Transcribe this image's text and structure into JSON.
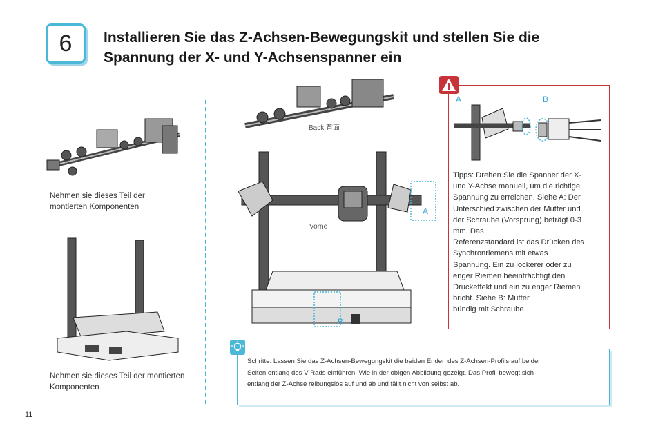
{
  "step": {
    "number": "6"
  },
  "title": {
    "line1": "Installieren Sie das Z-Achsen-Bewegungskit und stellen Sie die",
    "line2": "Spannung der X- und Y-Achsenspanner ein"
  },
  "left": {
    "caption1": {
      "line1": "Nehmen sie dieses Teil der",
      "line2": "montierten Komponenten"
    },
    "caption2": {
      "line1": "Nehmen sie dieses Teil der montierten",
      "line2": "Komponenten"
    }
  },
  "center": {
    "back_label": "Back 背面",
    "front_label": "Vorne",
    "callout_a": "A",
    "callout_b": "B"
  },
  "tips": {
    "label_a": "A",
    "label_b": "B",
    "lines": [
      "Tipps: Drehen Sie die Spanner der X-",
      "und Y-Achse manuell, um die richtige",
      "Spannung zu erreichen. Siehe A: Der",
      "Unterschied zwischen der Mutter und",
      "der Schraube (Vorsprung) beträgt 0-3",
      "mm. Das",
      "Referenzstandard ist das Drücken des",
      "Synchronriemens mit etwas",
      "Spannung. Ein zu lockerer oder zu",
      "enger Riemen beeinträchtigt den",
      "Druckeffekt und ein zu enger Riemen",
      "bricht. Siehe B: Mutter",
      "bündig mit Schraube."
    ]
  },
  "steps": {
    "lines": [
      "Schritte: Lassen Sie das Z-Achsen-Bewegungskit die beiden Enden des Z-Achsen-Profils auf beiden",
      "Seiten entlang des V-Rads einführen. Wie in der obigen Abbildung gezeigt. Das Profil bewegt sich",
      "entlang der Z-Achse reibungslos auf und ab und fällt nicht von selbst ab."
    ]
  },
  "page": {
    "number": "11"
  },
  "colors": {
    "accent": "#4bb8d8",
    "warning": "#c8333a"
  }
}
